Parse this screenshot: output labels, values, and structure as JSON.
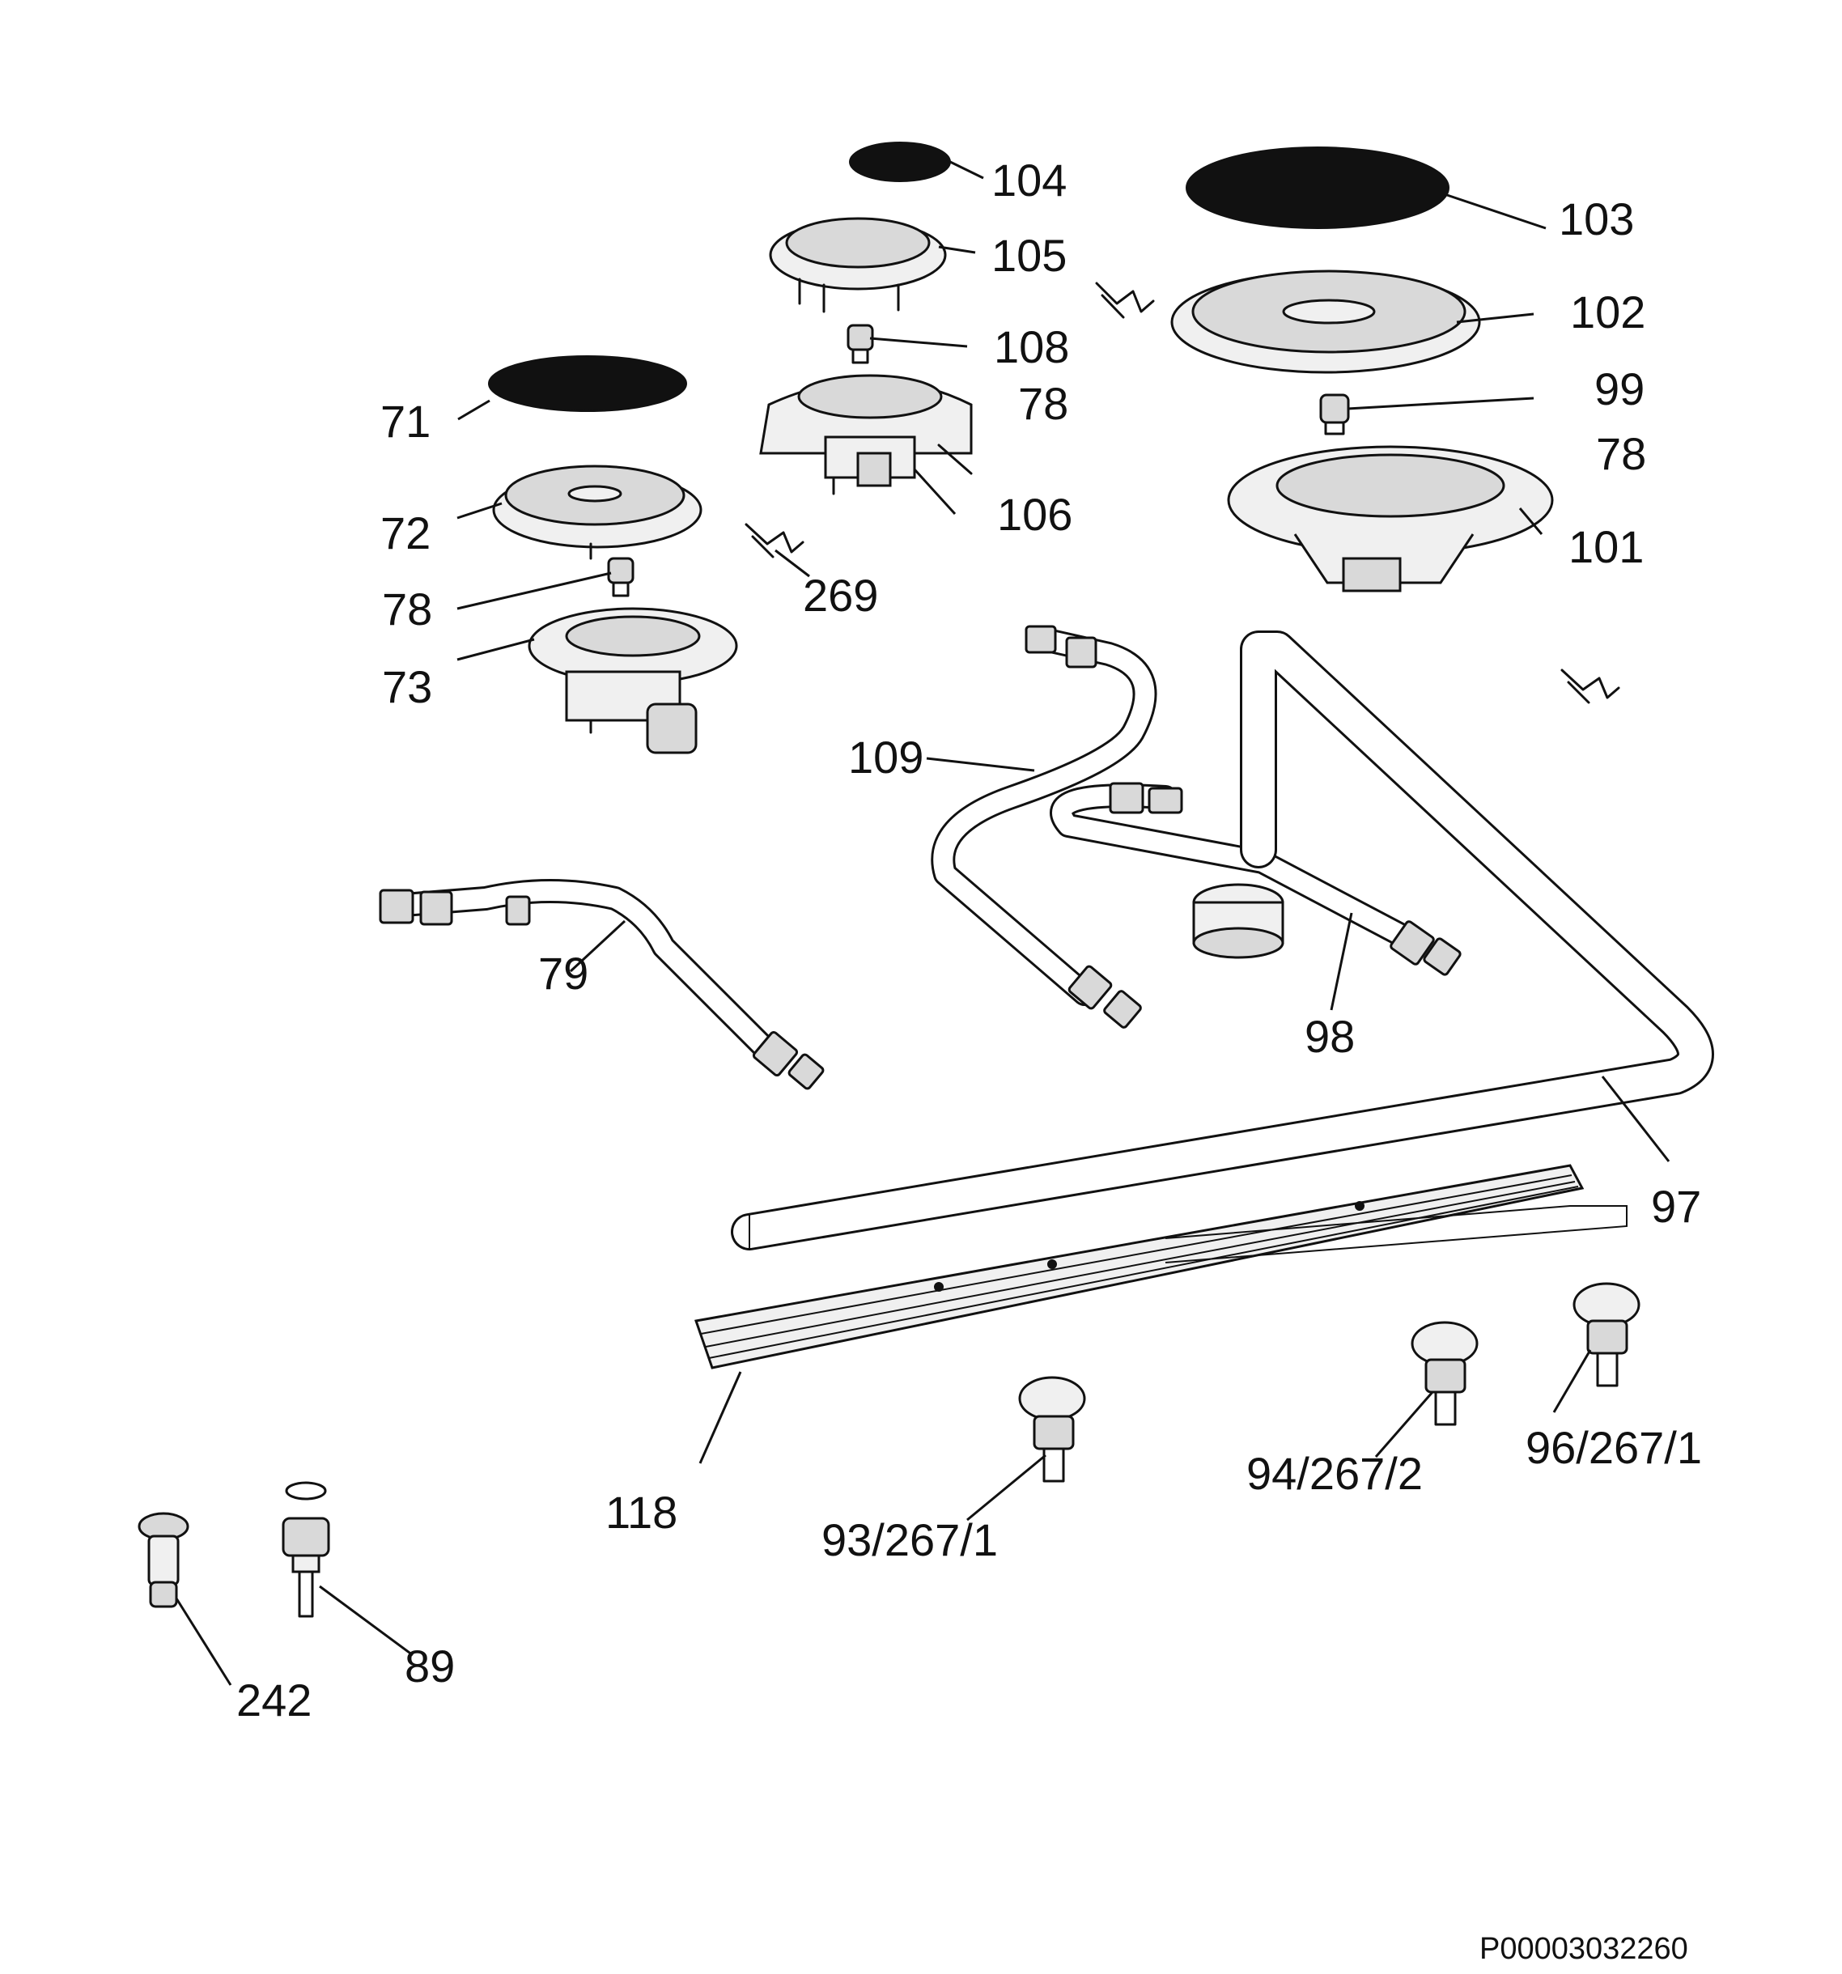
{
  "labels": {
    "l104": "104",
    "l105": "105",
    "l108": "108",
    "l78a": "78",
    "l106": "106",
    "l103": "103",
    "l102": "102",
    "l99": "99",
    "l78b": "78",
    "l101": "101",
    "l71": "71",
    "l72": "72",
    "l78c": "78",
    "l73": "73",
    "l269": "269",
    "l109": "109",
    "l79": "79",
    "l98": "98",
    "l97": "97",
    "l118": "118",
    "l93": "93/267/1",
    "l94": "94/267/2",
    "l96": "96/267/1",
    "l242": "242",
    "l89": "89"
  },
  "drawing_code": "P00003032260",
  "colors": {
    "line": "#111111",
    "background": "#ffffff"
  }
}
